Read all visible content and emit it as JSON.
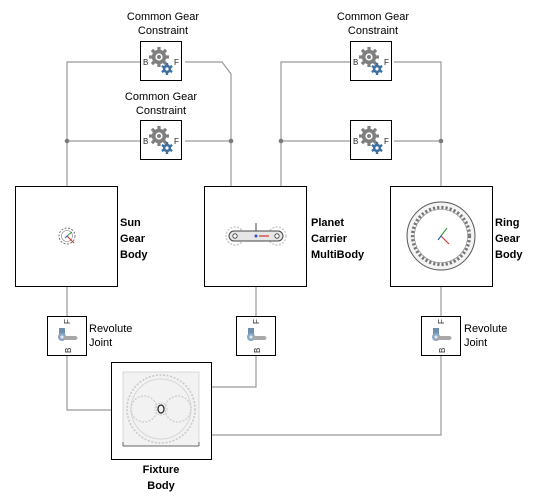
{
  "blocks": {
    "gear_top_left": {
      "label": "Common Gear\nConstraint",
      "port_b": "B",
      "port_f": "F",
      "icon": "gear-icon"
    },
    "gear_top_right": {
      "label": "Common Gear\nConstraint",
      "port_b": "B",
      "port_f": "F",
      "icon": "gear-icon"
    },
    "gear_mid_left": {
      "label": "Common Gear\nConstraint",
      "port_b": "B",
      "port_f": "F",
      "icon": "gear-icon"
    },
    "gear_mid_right": {
      "port_b": "B",
      "port_f": "F",
      "icon": "gear-icon"
    },
    "sun": {
      "label": "Sun\nGear\nBody",
      "icon": "sun-gear-icon"
    },
    "carrier": {
      "label": "Planet\nCarrier\nMultiBody",
      "icon": "carrier-icon"
    },
    "ring": {
      "label": "Ring\nGear\nBody",
      "icon": "ring-gear-icon"
    },
    "joint_left": {
      "label": "Revolute\nJoint",
      "port_b": "B",
      "port_f": "F",
      "icon": "revolute-joint-icon"
    },
    "joint_mid": {
      "port_b": "B",
      "port_f": "F",
      "icon": "revolute-joint-icon"
    },
    "joint_right": {
      "label": "Revolute\nJoint",
      "port_b": "B",
      "port_f": "F",
      "icon": "revolute-joint-icon"
    },
    "fixture": {
      "label": "Fixture\nBody",
      "icon": "fixture-gear-assembly-icon"
    }
  },
  "colors": {
    "wire": "#9a9a9a",
    "block_border": "#000000",
    "gear_gray": "#7f7f7f",
    "gear_blue": "#3f6fa0",
    "frame_red": "#d03030",
    "frame_green": "#2e9a3a",
    "frame_blue": "#2b55c0"
  }
}
